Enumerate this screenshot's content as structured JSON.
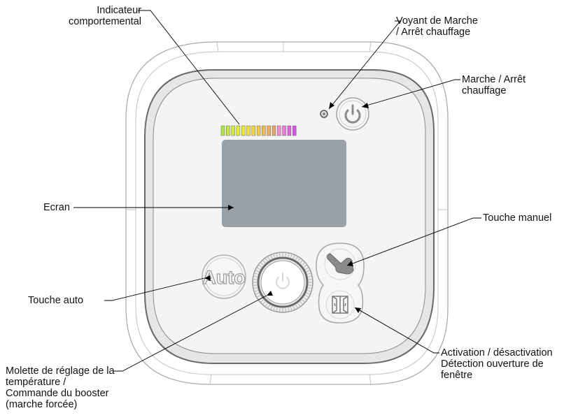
{
  "labels": {
    "indicator": [
      "Indicateur",
      "comportemental"
    ],
    "power_led": [
      "Voyant de Marche",
      "/ Arrêt chauffage"
    ],
    "power_button": [
      "Marche / Arrêt",
      "chauffage"
    ],
    "screen": "Ecran",
    "manual_key": "Touche manuel",
    "auto_key": "Touche auto",
    "window_detection": [
      "Activation / désactivation",
      "Détection ouverture de",
      "fenêtre"
    ],
    "knob": [
      "Molette de réglage de la",
      "température /",
      "Commande du booster",
      "(marche forcée)"
    ]
  },
  "device": {
    "auto_button_text": "Auto",
    "indicator_segment_colors": [
      "#b4e24a",
      "#c4e640",
      "#d4ea3a",
      "#e2ec38",
      "#ece83a",
      "#f0e03c",
      "#f2d640",
      "#f2ca48",
      "#efbc52",
      "#eab05e",
      "#e6a46c",
      "#f08ed0",
      "#ea7ad8",
      "#e066de",
      "#d456e2"
    ],
    "screen_color": "#98a0a8",
    "stroke_color": "#9a9a9a"
  }
}
